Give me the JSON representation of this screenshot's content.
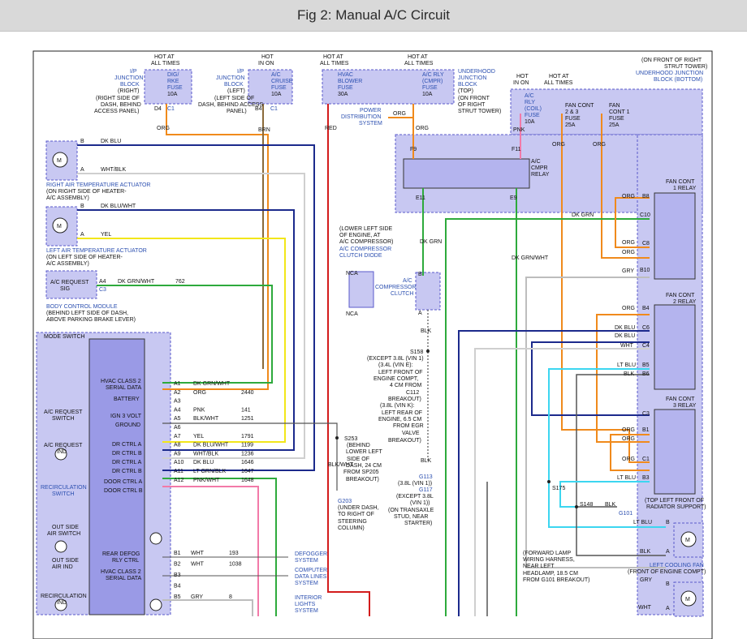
{
  "title": "Fig 2: Manual A/C Circuit",
  "labels": {
    "hot_all_1": "HOT AT",
    "hot_all_1b": "ALL TIMES",
    "hot_run": "HOT",
    "hot_run_b": "IN ON",
    "hot_all_3": "HOT AT",
    "hot_all_3b": "ALL TIMES",
    "hot_all_4": "HOT AT",
    "hot_all_4b": "ALL TIMES",
    "hot_in_on_2": "HOT",
    "hot_in_on_2b": "IN ON",
    "hot_all_5": "HOT AT",
    "hot_all_5b": "ALL TIMES",
    "ip_jb_right_1": "I/P",
    "ip_jb_right_2": "JUNCTION",
    "ip_jb_right_3": "BLOCK",
    "ip_jb_right_4": "(RIGHT)",
    "ip_jb_right_5": "(RIGHT SIDE OF",
    "ip_jb_right_6": "DASH, BEHIND",
    "ip_jb_right_7": "ACCESS PANEL)",
    "fuse_dig_1": "DIG/",
    "fuse_dig_2": "RKE",
    "fuse_dig_3": "FUSE",
    "fuse_dig_4": "10A",
    "d4": "D4",
    "c1a": "C1",
    "ip_jb_left_1": "I/P",
    "ip_jb_left_2": "JUNCTION",
    "ip_jb_left_3": "BLOCK",
    "ip_jb_left_4": "(LEFT)",
    "ip_jb_left_5": "(LEFT SIDE OF",
    "ip_jb_left_6": "DASH, BEHIND ACCESS",
    "ip_jb_left_7": "PANEL)",
    "fuse_cruise_1": "A/C",
    "fuse_cruise_2": "CRUISE",
    "fuse_cruise_3": "FUSE",
    "fuse_cruise_4": "10A",
    "b4": "B4",
    "c1b": "C1",
    "fuse_hvac_1": "HVAC",
    "fuse_hvac_2": "BLOWER",
    "fuse_hvac_3": "FUSE",
    "fuse_hvac_4": "30A",
    "fuse_acrly_1": "A/C RLY",
    "fuse_acrly_2": "(CMPR)",
    "fuse_acrly_3": "FUSE",
    "fuse_acrly_4": "10A",
    "ujb_top_1": "UNDERHOOD",
    "ujb_top_2": "JUNCTION",
    "ujb_top_3": "BLOCK",
    "ujb_top_4": "(TOP)",
    "ujb_top_5": "(ON FRONT",
    "ujb_top_6": "OF RIGHT",
    "ujb_top_7": "STRUT TOWER)",
    "ujb_bot_1": "(ON FRONT OF RIGHT",
    "ujb_bot_2": "STRUT TOWER)",
    "ujb_bot_3": "UNDERHOOD JUNCTION",
    "ujb_bot_4": "BLOCK (BOTTOM)",
    "pds_1": "POWER",
    "pds_2": "DISTRIBUTION",
    "pds_3": "SYSTEM",
    "fuse_coil_1": "A/C",
    "fuse_coil_2": "RLY",
    "fuse_coil_3": "(COIL)",
    "fuse_coil_4": "FUSE",
    "fuse_coil_5": "10A",
    "fan23_1": "FAN CONT",
    "fan23_2": "2 & 3",
    "fan23_3": "FUSE",
    "fan23_4": "25A",
    "fan1_1": "FAN",
    "fan1_2": "CONT 1",
    "fan1_3": "FUSE",
    "fan1_4": "25A",
    "cmpr_relay_1": "A/C",
    "cmpr_relay_2": "CMPR",
    "cmpr_relay_3": "RELAY",
    "f9": "F9",
    "f11": "F11",
    "e11": "E11",
    "e9": "E9",
    "w_org_pds": "ORG",
    "w_org_f9": "ORG",
    "w_pnk": "PNK",
    "w_org_fan23": "ORG",
    "w_org_fan1": "ORG",
    "w_red": "RED",
    "w_org_d4": "ORG",
    "w_brn": "BRN",
    "w_dkgrn_e11": "DK GRN",
    "w_dkgrnwht": "DK GRN/WHT",
    "w_dkgrn_c10": "DK GRN",
    "fc1_1": "FAN CONT",
    "fc1_2": "1 RELAY",
    "fc2_1": "FAN CONT",
    "fc2_2": "2 RELAY",
    "fc3_1": "FAN CONT",
    "fc3_2": "3 RELAY",
    "b8": "B8",
    "c10": "C10",
    "c8": "C8",
    "b10": "B10",
    "b4r": "B4",
    "c6": "C6",
    "c4": "C4",
    "b5": "B5",
    "b6": "B6",
    "c3": "C3",
    "b1": "B1",
    "c1r": "C1",
    "b3": "B3",
    "r_org1": "ORG",
    "r_org2": "ORG",
    "r_org3": "ORG",
    "r_gry": "GRY",
    "r_org4": "ORG",
    "r_dkblu1": "DK BLU",
    "r_dkblu2": "DK BLU",
    "r_wht": "WHT",
    "r_ltblu": "LT BLU",
    "r_blk": "BLK",
    "r_org5": "ORG",
    "r_org6": "ORG",
    "r_org7": "ORG",
    "r_ltblu2": "LT BLU",
    "rat_1": "RIGHT AIR TEMPERATURE ACTUATOR",
    "rat_2": "(ON RIGHT SIDE OF HEATER-",
    "rat_3": "A/C ASSEMBLY)",
    "lat_1": "LEFT AIR TEMPERATURE ACTUATOR",
    "lat_2": "(ON LEFT SIDE OF HEATER-",
    "lat_3": "A/C ASSEMBLY)",
    "rat_b": "B",
    "rat_a": "A",
    "rat_dkblu": "DK BLU",
    "rat_whtblk": "WHT/BLK",
    "lat_b": "B",
    "lat_a": "A",
    "lat_dkbluwht": "DK BLU/WHT",
    "lat_yel": "YEL",
    "acreq_1": "A/C REQUEST",
    "acreq_2": "SIG",
    "acreq_a4": "A4",
    "acreq_c3": "C3",
    "acreq_wire": "DK GRN/WHT",
    "acreq_num": "762",
    "bcm_1": "BODY CONTROL MODULE",
    "bcm_2": "(BEHIND LEFT SIDE OF DASH,",
    "bcm_3": "ABOVE PARKING BRAKE LEVER)",
    "clutch_loc_1": "(LOWER LEFT SIDE",
    "clutch_loc_2": "OF ENGINE, AT",
    "clutch_loc_3": "A/C COMPRESSOR)",
    "clutch_diode_1": "A/C COMPRESSOR",
    "clutch_diode_2": "CLUTCH DIODE",
    "nca1": "NCA",
    "nca2": "NCA",
    "clutch_1": "A/C",
    "clutch_2": "COMPRESSOR",
    "clutch_3": "CLUTCH",
    "clutch_b": "B",
    "clutch_a": "A",
    "w_blk_clutch": "BLK",
    "s158_1": "S158",
    "s158_2": "(EXCEPT 3.8L (VIN 1)",
    "s158_3": "(3.4L (VIN E):",
    "s158_4": "LEFT FRONT OF",
    "s158_5": "ENGINE COMPT,",
    "s158_6": "4 CM FROM",
    "s158_7": "C112",
    "s158_8": "BREAKOUT)",
    "s158_9": "(3.8L (VIN K):",
    "s158_10": "LEFT REAR OF",
    "s158_11": "ENGINE, 6.5 CM",
    "s158_12": "FROM EGR",
    "s158_13": "VALVE",
    "s158_14": "BREAKOUT)",
    "w_blk_s158": "BLK",
    "g113_1": "G113",
    "g113_2": "(3.8L (VIN 1))",
    "g117_1": "G117",
    "g117_2": "(EXCEPT 3.8L",
    "g117_3": "(VIN 1))",
    "g117_4": "(ON TRANSAXLE",
    "g117_5": "STUD, NEAR",
    "g117_6": "STARTER)",
    "s253_1": "S253",
    "s253_2": "(BEHIND",
    "s253_3": "LOWER LEFT",
    "s253_4": "SIDE OF",
    "s253_5": "DASH, 24 CM",
    "s253_6": "FROM SP205",
    "s253_7": "BREAKOUT)",
    "g203_1": "G203",
    "g203_2": "(UNDER DASH,",
    "g203_3": "TO RIGHT OF",
    "g203_4": "STEERING",
    "g203_5": "COLUMN)",
    "w_blkwht": "BLK/WHT",
    "mode_switch": "MODE SWITCH",
    "acreq_sw_1": "A/C REQUEST",
    "acreq_sw_2": "SWITCH",
    "acreq_ind_1": "A/C REQUEST",
    "acreq_ind_2": "IND",
    "recirc_sw_1": "RECIRCULATION",
    "recirc_sw_2": "SWITCH",
    "osa_sw_1": "OUT SIDE",
    "osa_sw_2": "AIR SWITCH",
    "osa_ind_1": "OUT SIDE",
    "osa_ind_2": "AIR IND",
    "recirc_ind_1": "RECIRCULATION",
    "recirc_ind_2": "IND",
    "hvac_ser_1": "HVAC CLASS 2",
    "hvac_ser_2": "SERIAL DATA",
    "battery": "BATTERY",
    "ign3": "IGN 3 VOLT",
    "ground": "GROUND",
    "dr_ctrl_a1": "DR CTRL A",
    "dr_ctrl_b1": "DR CTRL B",
    "dr_ctrl_a2": "DR CTRL A",
    "dr_ctrl_b2": "DR CTRL B",
    "door_ctrl_a": "DOOR CTRL A",
    "door_ctrl_b": "DOOR CTRL B",
    "rear_defog_1": "REAR DEFOG",
    "rear_defog_2": "RLY CTRL",
    "hvac_ser2_1": "HVAC CLASS 2",
    "hvac_ser2_2": "SERIAL DATA",
    "defog_sys_1": "DEFOGGER",
    "defog_sys_2": "SYSTEM",
    "comp_dl_1": "COMPUTER",
    "comp_dl_2": "DATA LINES",
    "comp_dl_3": "SYSTEM",
    "int_lights_1": "INTERIOR",
    "int_lights_2": "LIGHTS",
    "int_lights_3": "SYSTEM",
    "s175": "S175",
    "s148": "S148",
    "w_blk_s148": "BLK",
    "g101_1": "G101",
    "g101_2": "(TOP LEFT FRONT OF",
    "g101_3": "RADIATOR SUPPORT)",
    "fwd_lamp_1": "(FORWARD LAMP",
    "fwd_lamp_2": "WIRING HARNESS,",
    "fwd_lamp_3": "NEAR LEFT",
    "fwd_lamp_4": "HEADLAMP, 18.5 CM",
    "fwd_lamp_5": "FROM G101 BREAKOUT)",
    "lcf_1": "LEFT COOLING FAN",
    "lcf_2": "(FRONT OF ENGINE COMPT)",
    "lcf_ltblu": "LT BLU",
    "lcf_blk": "BLK",
    "lcf_b": "B",
    "lcf_a": "A",
    "rcf_gry": "GRY",
    "rcf_wht": "WHT",
    "rcf_b": "B",
    "rcf_a": "A"
  },
  "connector_rows": [
    {
      "pin": "A1",
      "wire": "DK GRN/WHT",
      "num": ""
    },
    {
      "pin": "A2",
      "wire": "ORG",
      "num": "2440"
    },
    {
      "pin": "A3",
      "wire": "",
      "num": ""
    },
    {
      "pin": "A4",
      "wire": "PNK",
      "num": "141"
    },
    {
      "pin": "A5",
      "wire": "BLK/WHT",
      "num": "1251"
    },
    {
      "pin": "A6",
      "wire": "",
      "num": ""
    },
    {
      "pin": "A7",
      "wire": "YEL",
      "num": "1791"
    },
    {
      "pin": "A8",
      "wire": "DK BLU/WHT",
      "num": "1199"
    },
    {
      "pin": "A9",
      "wire": "WHT/BLK",
      "num": "1236"
    },
    {
      "pin": "A10",
      "wire": "DK BLU",
      "num": "1646"
    },
    {
      "pin": "A11",
      "wire": "LT GRN/BLK",
      "num": "1647"
    },
    {
      "pin": "A12",
      "wire": "PNK/WHT",
      "num": "1648"
    }
  ],
  "connector_rows_b": [
    {
      "pin": "B1",
      "wire": "WHT",
      "num": "193"
    },
    {
      "pin": "B2",
      "wire": "WHT",
      "num": "1038"
    },
    {
      "pin": "B3",
      "wire": "",
      "num": ""
    },
    {
      "pin": "B4",
      "wire": "",
      "num": ""
    },
    {
      "pin": "B5",
      "wire": "GRY",
      "num": "8"
    }
  ],
  "colors": {
    "box_fill": "#c8c8f2",
    "box_stroke": "#5a5acb",
    "orange": "#f08a1c",
    "dark_blue": "#1c2a8c",
    "green": "#2eaa3c",
    "yellow": "#f2e61a",
    "red": "#d31c1c",
    "pink": "#f27aa8",
    "gray": "#bdbdbd",
    "light_blue": "#3cd6f0",
    "brown": "#8b6a3a"
  }
}
